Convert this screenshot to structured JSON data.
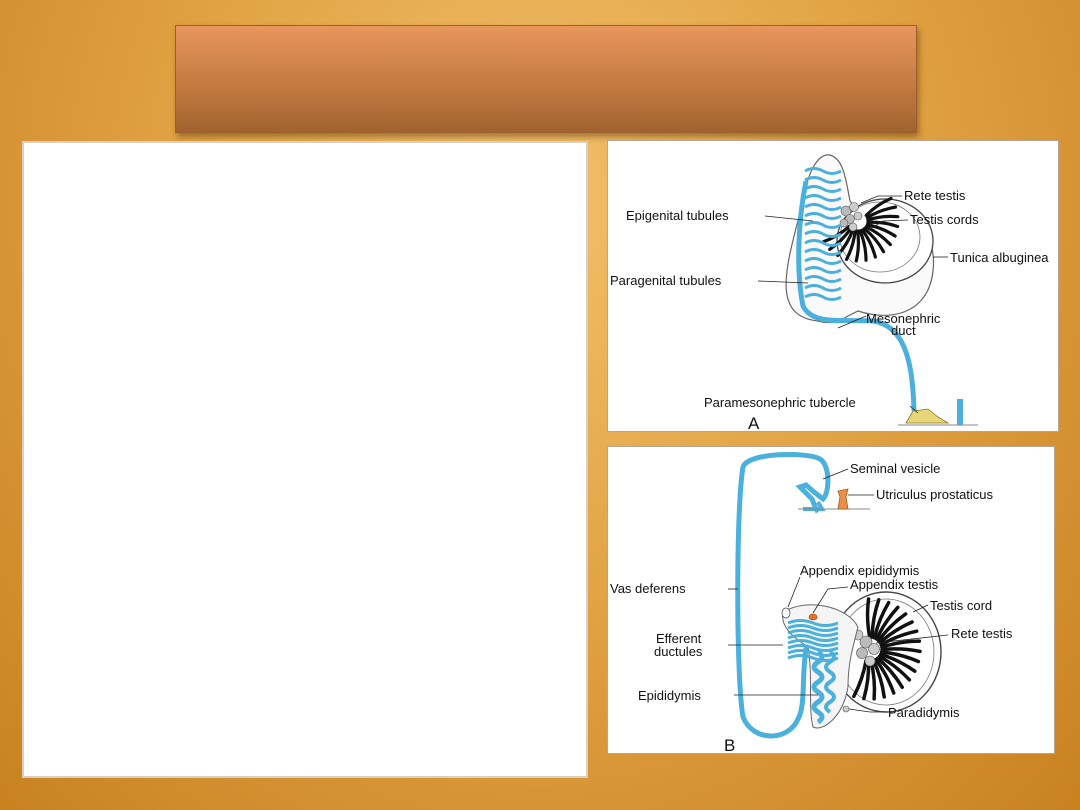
{
  "slide": {
    "title": "",
    "text": ""
  },
  "figure_a": {
    "letter": "A",
    "labels": {
      "rete_testis": "Rete testis",
      "epigenital_tubules": "Epigenital tubules",
      "testis_cords": "Testis cords",
      "tunica_albuginea": "Tunica albuginea",
      "paragenital_tubules": "Paragenital tubules",
      "mesonephric_duct_1": "Mesonephric",
      "mesonephric_duct_2": "duct",
      "paramesonephric_tubercle": "Paramesonephric tubercle"
    }
  },
  "figure_b": {
    "letter": "B",
    "labels": {
      "seminal_vesicle": "Seminal vesicle",
      "utriculus_prostaticus": "Utriculus prostaticus",
      "appendix_epididymis": "Appendix epididymis",
      "appendix_testis": "Appendix testis",
      "vas_deferens": "Vas deferens",
      "testis_cord": "Testis cord",
      "rete_testis": "Rete testis",
      "efferent_ductules_1": "Efferent",
      "efferent_ductules_2": "ductules",
      "epididymis": "Epididymis",
      "paradidymis": "Paradidymis"
    }
  },
  "colors": {
    "duct": "#4bb0dc",
    "tubercle": "#e8d77a",
    "utriculus": "#e8904a",
    "appendix_testis": "#e8702a"
  }
}
